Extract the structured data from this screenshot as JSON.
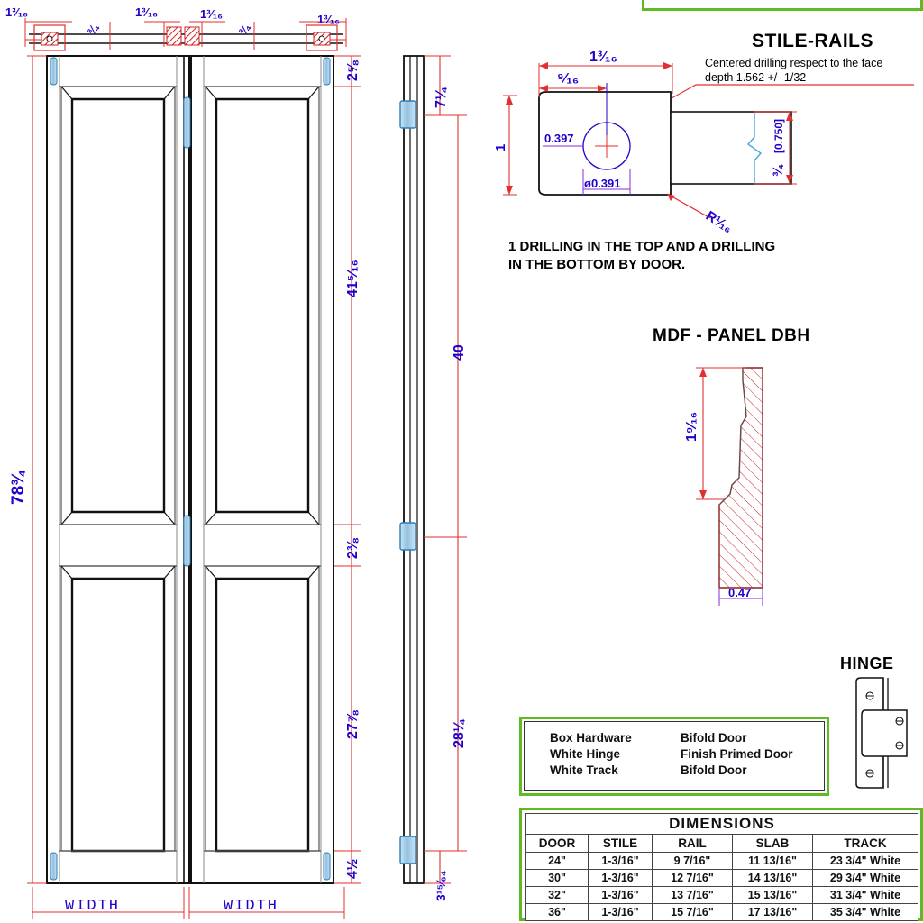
{
  "drawing": {
    "title": "Bifold Door Technical Drawing",
    "elevation": {
      "width_label_left": "WIDTH",
      "width_label_right": "WIDTH",
      "overall_height": "78¾",
      "plan_dims": [
        "1³⁄₁₆",
        "¾",
        "1³⁄₁₆",
        "1³⁄₁₆",
        "¾",
        "1³⁄₁₆"
      ],
      "right_chain": [
        "2⅝",
        "41⁵⁄₁₆",
        "2⅜",
        "27⅞",
        "4½"
      ]
    },
    "side_view": {
      "dims": [
        "7¼",
        "40",
        "28¼",
        "3¹⁵⁄₆₄"
      ]
    },
    "stile_rails": {
      "title": "STILE-RAILS",
      "note_line1": "Centered drilling respect to the face",
      "note_line2": "depth 1.562 +/- 1/32",
      "dim_overall_width": "1³⁄₁₆",
      "dim_center_offset": "⁹⁄₁₆",
      "dim_edge_to_hole": "0.397",
      "dim_hole_dia": "ø0.391",
      "dim_radius": "R¹⁄₁₆",
      "dim_thickness": "¾",
      "dim_thickness_alt": "[0.750]",
      "dim_height_tick": "1",
      "footnote_line1": "1 DRILLING IN THE TOP AND A DRILLING",
      "footnote_line2": "IN THE BOTTOM BY DOOR."
    },
    "mdf_panel": {
      "title": "MDF - PANEL DBH",
      "dim_height": "1⁹⁄₁₆",
      "dim_width": "0.47"
    },
    "hinge": {
      "title": "HINGE"
    },
    "hardware": {
      "rows": [
        {
          "item": "Box Hardware",
          "value": "Bifold Door"
        },
        {
          "item": "White Hinge",
          "value": "Finish Primed Door"
        },
        {
          "item": "White Track",
          "value": "Bifold Door"
        }
      ]
    },
    "dimensions_table": {
      "caption": "DIMENSIONS",
      "columns": [
        "DOOR",
        "STILE",
        "RAIL",
        "SLAB",
        "TRACK"
      ],
      "rows": [
        [
          "24\"",
          "1-3/16\"",
          "9 7/16\"",
          "11 13/16\"",
          "23 3/4\" White"
        ],
        [
          "30\"",
          "1-3/16\"",
          "12 7/16\"",
          "14 13/16\"",
          "29 3/4\" White"
        ],
        [
          "32\"",
          "1-3/16\"",
          "13 7/16\"",
          "15 13/16\"",
          "31 3/4\" White"
        ],
        [
          "36\"",
          "1-3/16\"",
          "15 7/16\"",
          "17 13/16\"",
          "35 3/4\" White"
        ]
      ]
    },
    "colors": {
      "dimension_text": "#2200cc",
      "dimension_line": "#e03030",
      "outline": "#111111",
      "hinge_blue": "#7fb7dd",
      "green_border": "#5fbb22",
      "hatch_red": "#d02020"
    }
  }
}
